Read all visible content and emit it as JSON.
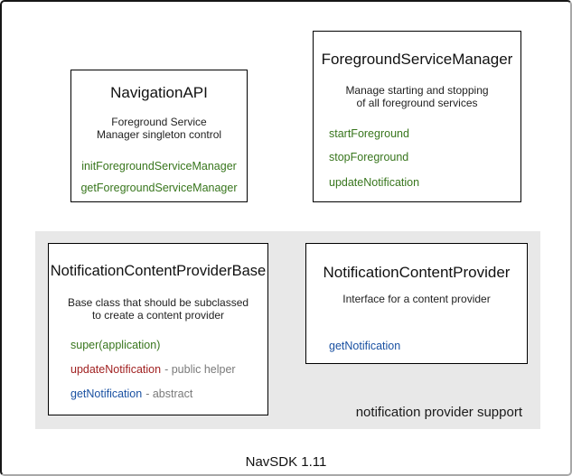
{
  "diagram": {
    "caption": "NavSDK 1.11",
    "panel_label": "notification provider support",
    "colors": {
      "method_green": "#38761d",
      "method_red": "#a12222",
      "method_blue": "#1a51a2",
      "annotation_gray": "#7a7a7a",
      "panel_background": "#e8e8e8",
      "box_border": "#000000"
    },
    "boxes": {
      "navigation_api": {
        "title": "NavigationAPI",
        "description_line1": "Foreground Service",
        "description_line2": "Manager singleton control",
        "methods": [
          "initForegroundServiceManager",
          "getForegroundServiceManager"
        ]
      },
      "foreground_service_manager": {
        "title": "ForegroundServiceManager",
        "description_line1": "Manage starting and stopping",
        "description_line2": "of all foreground services",
        "methods": [
          "startForeground",
          "stopForeground",
          "updateNotification"
        ]
      },
      "notification_content_provider_base": {
        "title": "NotificationContentProviderBase",
        "description_line1": "Base class that should be subclassed",
        "description_line2": "to create a content provider",
        "methods": [
          {
            "name": "super(application)",
            "annotation": ""
          },
          {
            "name": "updateNotification",
            "annotation": "- public helper"
          },
          {
            "name": "getNotification",
            "annotation": "- abstract"
          }
        ]
      },
      "notification_content_provider": {
        "title": "NotificationContentProvider",
        "description_line1": "Interface for a content provider",
        "methods": [
          "getNotification"
        ]
      }
    }
  }
}
